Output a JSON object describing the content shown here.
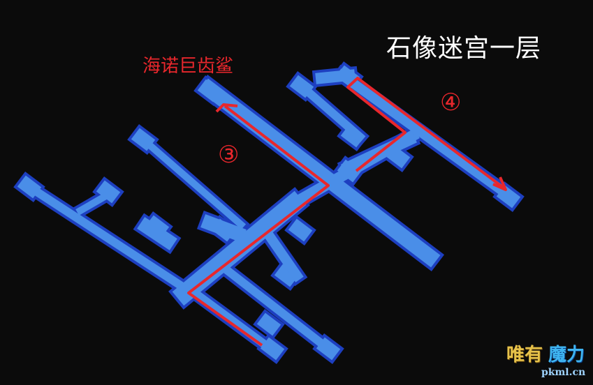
{
  "map": {
    "title": "石像迷宫一层",
    "boss_label": "海诺巨齿鲨",
    "route_markers": [
      "③",
      "④"
    ],
    "colors": {
      "background": "#0b0b0b",
      "corridor": "#4a8ee8",
      "corridor_edge": "#1d3fc0",
      "route": "#e8272c"
    }
  },
  "watermark": {
    "text_left": "唯有",
    "text_right": "魔力",
    "url": "pkml.cn"
  }
}
